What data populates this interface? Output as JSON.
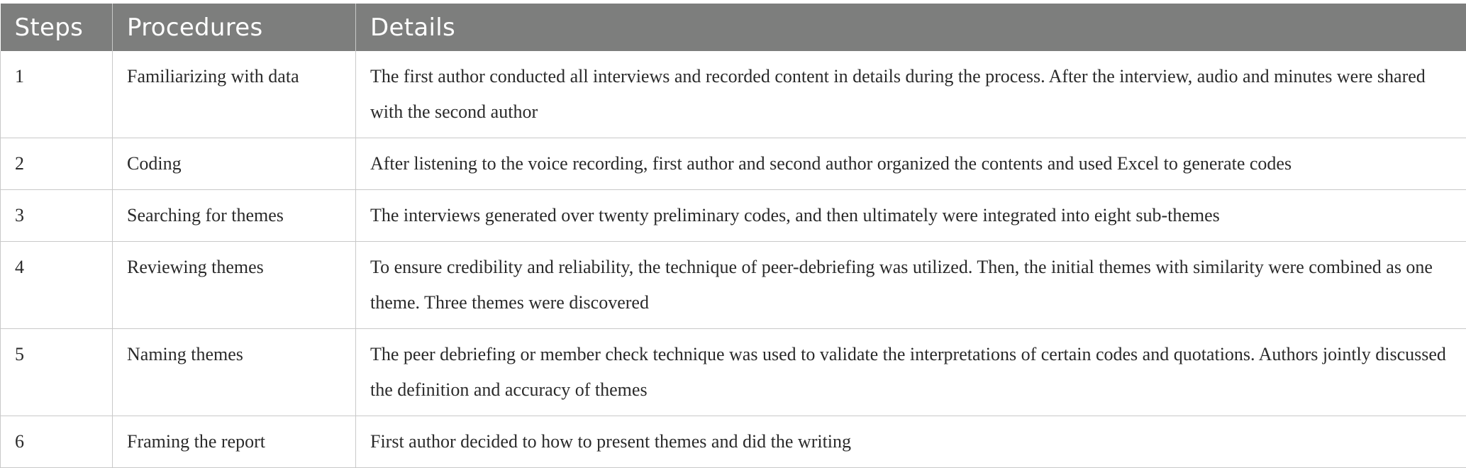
{
  "table": {
    "headers": [
      "Steps",
      "Procedures",
      "Details"
    ],
    "rows": [
      {
        "step": "1",
        "procedure": "Familiarizing with data",
        "details": "The first author conducted all interviews and recorded content in details during the process. After the interview, audio and minutes were shared with the second author"
      },
      {
        "step": "2",
        "procedure": "Coding",
        "details": "After listening to the voice recording, first author and second author organized the contents and used Excel to generate codes"
      },
      {
        "step": "3",
        "procedure": "Searching for themes",
        "details": "The interviews generated over twenty preliminary codes, and then ultimately were integrated into eight sub-themes"
      },
      {
        "step": "4",
        "procedure": "Reviewing themes",
        "details": "To ensure credibility and reliability, the technique of peer-debriefing was utilized. Then, the initial themes with similarity were combined as one theme. Three themes were discovered"
      },
      {
        "step": "5",
        "procedure": "Naming themes",
        "details": "The peer debriefing or member check technique was used to validate the interpretations of certain codes and quotations. Authors jointly discussed the definition and accuracy of themes"
      },
      {
        "step": "6",
        "procedure": "Framing the report",
        "details": "First author decided to how to present themes and did the writing"
      }
    ]
  },
  "colors": {
    "header_bg": "#7d7e7d",
    "header_text": "#ffffff",
    "border": "#c9c9c9"
  }
}
